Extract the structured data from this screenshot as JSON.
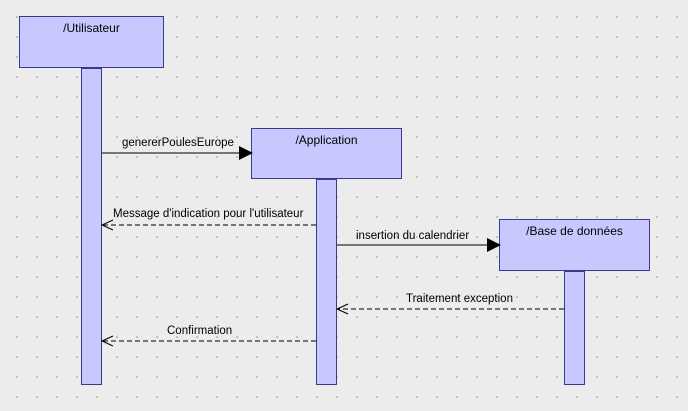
{
  "diagram": {
    "lifelines": [
      {
        "id": "user",
        "name": "/Utilisateur"
      },
      {
        "id": "app",
        "name": "/Application"
      },
      {
        "id": "db",
        "name": "/Base de données"
      }
    ],
    "messages": [
      {
        "from": "user",
        "to": "app",
        "label": "genererPoulesEurope",
        "kind": "sync"
      },
      {
        "from": "app",
        "to": "user",
        "label": "Message d'indication pour l'utilisateur",
        "kind": "return"
      },
      {
        "from": "app",
        "to": "db",
        "label": "insertion du calendrier",
        "kind": "sync"
      },
      {
        "from": "db",
        "to": "app",
        "label": "Traitement exception",
        "kind": "return"
      },
      {
        "from": "app",
        "to": "user",
        "label": "Confirmation",
        "kind": "return"
      }
    ]
  },
  "colors": {
    "box_fill": "#c8c8ff",
    "box_border": "#3a3a8c",
    "background": "#ececec",
    "line": "#000000"
  }
}
